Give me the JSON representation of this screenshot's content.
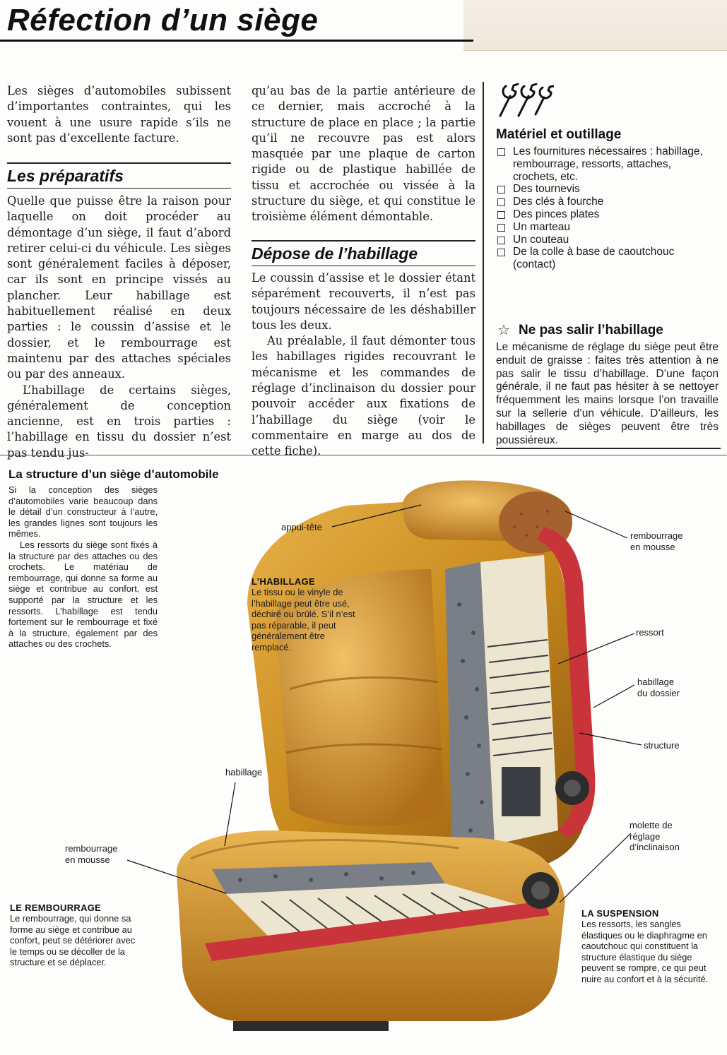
{
  "header": {
    "title": "Réfection d’un siège"
  },
  "intro": "Les sièges d’automobiles subissent d’importantes contraintes, qui les vouent à une usure rapide s’ils ne sont pas d’excellente facture.",
  "preparatifs": {
    "heading": "Les préparatifs",
    "para1": "Quelle que puisse être la raison pour laquelle on doit procéder au démontage d’un siège, il faut d’abord retirer celui-ci du véhicule. Les sièges sont généralement faciles à déposer, car ils sont en principe vissés au plancher. Leur habillage est habituellement réalisé en deux parties : le coussin d’assise et le dossier, et le rembourrage est maintenu par des attaches spéciales ou par des anneaux.",
    "para2": "L’habillage de certains sièges, généralement de conception ancienne, est en trois parties : l’habillage en tissu du dossier n’est pas tendu jus-"
  },
  "col2": {
    "cont": "qu’au bas de la partie antérieure de ce dernier, mais accroché à la structure de place en place ; la partie qu’il ne recouvre pas est alors masquée par une plaque de carton rigide ou de plastique habillée de tissu et accrochée ou vissée à la structure du siège, et qui constitue le troisième élément démontable."
  },
  "depose": {
    "heading": "Dépose de l’habillage",
    "para1": "Le coussin d’assise et le dossier étant séparément recouverts, il n’est pas toujours nécessaire de les déshabiller tous les deux.",
    "para2": "Au préalable, il faut démonter tous les habillages rigides recouvrant le mécanisme et les commandes de réglage d’inclinaison du dossier pour pouvoir accéder aux fixations de l’habillage du siège (voir le commentaire en marge au dos de cette fiche)."
  },
  "materiel": {
    "icon": "wrench-icon",
    "heading": "Matériel et outillage",
    "items": [
      "Les fournitures nécessaires : habillage, rembourrage, ressorts, attaches, crochets, etc.",
      "Des tournevis",
      "Des clés à fourche",
      "Des pinces plates",
      "Un marteau",
      "Un couteau",
      "De la colle à base de caoutchouc (contact)"
    ]
  },
  "tip": {
    "icon": "star-icon",
    "heading": "Ne pas salir l’habillage",
    "text": "Le mécanisme de réglage du siège peut être enduit de graisse : faites très attention à ne pas salir le tissu d’habillage. D’une façon générale, il ne faut pas hésiter à se nettoyer fréquemment les mains lorsque l’on travaille sur la sellerie d’un véhicule. D’ailleurs, les habillages de sièges peuvent être très poussiéreux."
  },
  "structure": {
    "heading": "La structure d’un siège d’automobile",
    "para1": "Si la conception des sièges d’automobiles varie beaucoup dans le détail d’un constructeur à l’autre, les grandes lignes sont toujours les mêmes.",
    "para2": "Les ressorts du siège sont fixés à la structure par des attaches ou des crochets. Le matériau de rembourrage, qui donne sa forme au siège et contribue au confort, est supporté par la structure et les ressorts. L’habillage est tendu fortement sur le rembourrage et fixé à la structure, également par des attaches ou des crochets."
  },
  "labels": {
    "appui_tete": "appui-tête",
    "rembourrage_mousse_top": [
      "rembourrage",
      "en mousse"
    ],
    "ressort": "ressort",
    "habillage_dossier": [
      "habillage",
      "du dossier"
    ],
    "structure": "structure",
    "habillage": "habillage",
    "rembourrage_mousse_left": [
      "rembourrage",
      "en mousse"
    ],
    "molette": [
      "molette de",
      "réglage",
      "d’inclinaison"
    ]
  },
  "callouts": {
    "habillage": {
      "title": "L’HABILLAGE",
      "text": "Le tissu ou le vinyle de l’habillage peut être usé, déchiré ou brûlé. S’il n’est pas réparable, il peut généralement être remplacé."
    },
    "rembourrage": {
      "title": "LE REMBOURRAGE",
      "text": "Le rembourrage, qui donne sa forme au siège et contribue au confort, peut se détériorer avec le temps ou se décoller de la structure et se déplacer."
    },
    "suspension": {
      "title": "LA SUSPENSION",
      "text": "Les ressorts, les sangles élastiques ou le diaphragme en caoutchouc qui constituent la structure élastique du siège peuvent se rompre, ce qui peut nuire au confort et à la sécurité."
    }
  },
  "colors": {
    "seat_gold": "#c98a1c",
    "frame_red": "#c8343a",
    "foam": "#a5622e",
    "text": "#1a1a1a"
  }
}
